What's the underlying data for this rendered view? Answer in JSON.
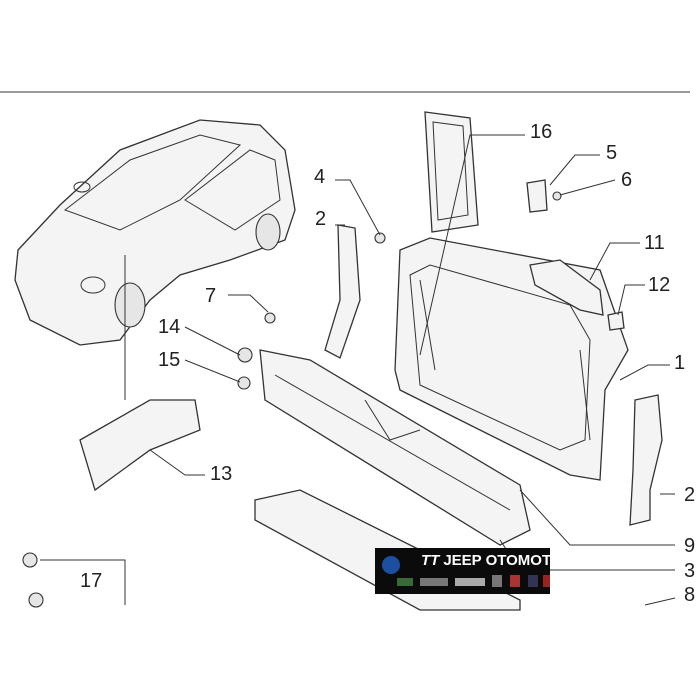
{
  "diagram": {
    "callouts": [
      "16",
      "5",
      "6",
      "4",
      "2",
      "11",
      "12",
      "7",
      "1",
      "14",
      "15",
      "13",
      "2",
      "9",
      "3",
      "17",
      "8"
    ]
  },
  "watermark": {
    "text": "JEEP OTOMOTİV",
    "monogram": "TT"
  }
}
